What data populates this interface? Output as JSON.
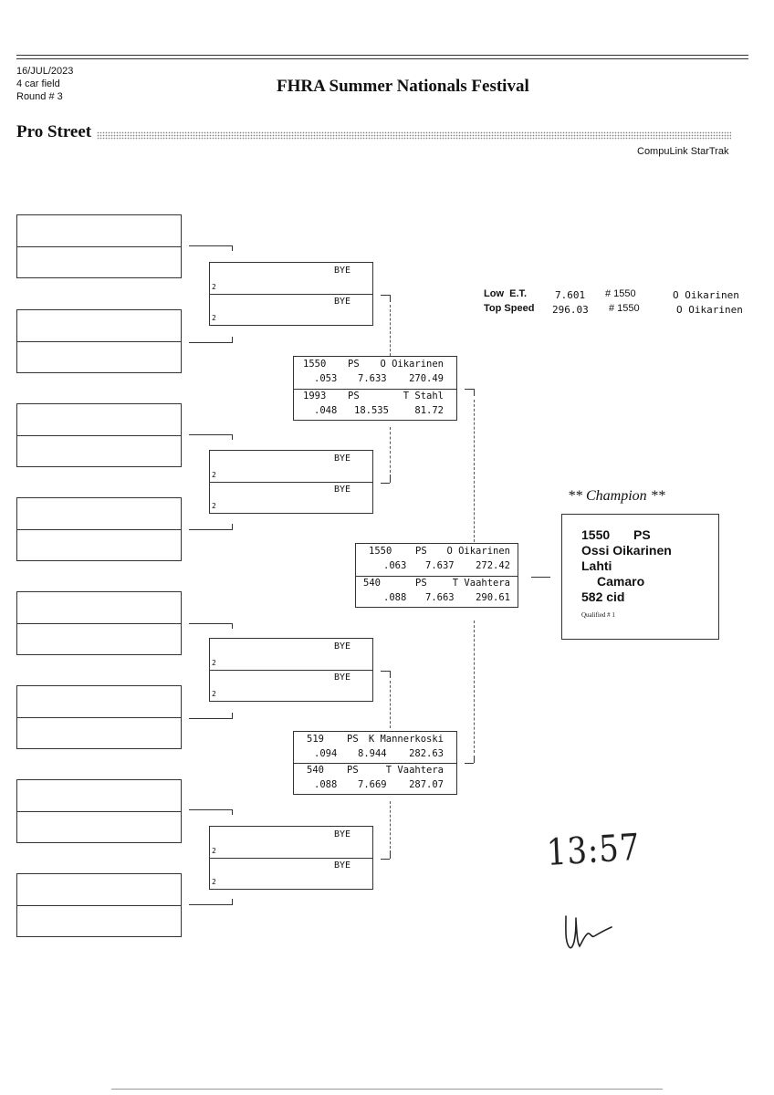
{
  "header": {
    "date": "16/JUL/2023",
    "field": "4 car field",
    "round": "Round # 3",
    "event_title": "FHRA Summer Nationals Festival",
    "class_name": "Pro Street",
    "brand": "CompuLink StarTrak"
  },
  "bye": {
    "label": "BYE",
    "lane": "2"
  },
  "quarterfinal_pair_1": {
    "top": {
      "num": "1550",
      "cls": "PS",
      "name": "O Oikarinen",
      "rt": ".053",
      "et": "7.633",
      "mph": "270.49"
    },
    "bottom": {
      "num": "1993",
      "cls": "PS",
      "name": "T Stahl",
      "rt": ".048",
      "et": "18.535",
      "mph": "81.72"
    }
  },
  "quarterfinal_pair_2": {
    "top": {
      "num": "519",
      "cls": "PS",
      "name": "K Mannerkoski",
      "rt": ".094",
      "et": "8.944",
      "mph": "282.63"
    },
    "bottom": {
      "num": "540",
      "cls": "PS",
      "name": "T Vaahtera",
      "rt": ".088",
      "et": "7.669",
      "mph": "287.07"
    }
  },
  "final_pair": {
    "top": {
      "num": "1550",
      "cls": "PS",
      "name": "O Oikarinen",
      "rt": ".063",
      "et": "7.637",
      "mph": "272.42"
    },
    "bottom": {
      "num": "540",
      "cls": "PS",
      "name": "T Vaahtera",
      "rt": ".088",
      "et": "7.663",
      "mph": "290.61"
    }
  },
  "records": {
    "low_et": {
      "label": "Low  E.T.",
      "value": "7.601",
      "car": "# 1550",
      "driver": "O Oikarinen"
    },
    "top_speed": {
      "label": "Top Speed",
      "value": "296.03",
      "car": "# 1550",
      "driver": "O Oikarinen"
    }
  },
  "champion": {
    "heading": "** Champion **",
    "num": "1550",
    "cls": "PS",
    "name": "Ossi Oikarinen",
    "city": "Lahti",
    "car": "Camaro",
    "engine": "582 cid",
    "qualified": "Qualified # 1"
  },
  "handwritten": {
    "time": "13:57"
  }
}
